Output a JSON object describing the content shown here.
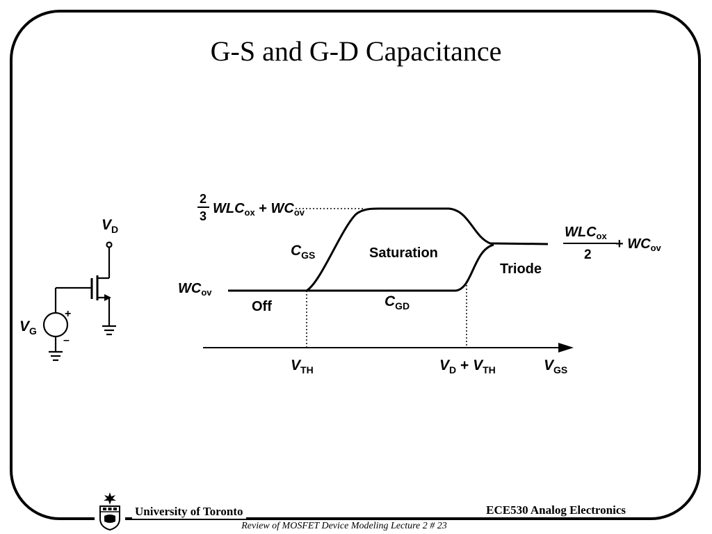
{
  "slide": {
    "title": "G-S and G-D Capacitance"
  },
  "circuit": {
    "vd_main": "V",
    "vd_sub": "D",
    "vg_main": "V",
    "vg_sub": "G",
    "plus": "+",
    "minus": "–"
  },
  "graph": {
    "top_frac_num": "2",
    "top_frac_den": "3",
    "top_mid": "WLC",
    "top_mid_sub": "ox",
    "top_plus": " + ",
    "top_tail": "WC",
    "top_tail_sub": "ov",
    "left_main": "WC",
    "left_sub": "ov",
    "cgs_main": "C",
    "cgs_sub": "GS",
    "cgd_main": "C",
    "cgd_sub": "GD",
    "saturation": "Saturation",
    "off": "Off",
    "triode": "Triode",
    "right_num": "WLC",
    "right_num_sub": "ox",
    "right_den": "2",
    "right_plus": " + ",
    "right_tail": "WC",
    "right_tail_sub": "ov",
    "vth_main": "V",
    "vth_sub": "TH",
    "vdvth_v1": "V",
    "vdvth_s1": "D",
    "vdvth_plus": " + ",
    "vdvth_v2": "V",
    "vdvth_s2": "TH",
    "vgs_main": "V",
    "vgs_sub": "GS"
  },
  "footer": {
    "university": "University of Toronto",
    "course": "ECE530 Analog Electronics",
    "subtitle": "Review of MOSFET Device Modeling Lecture 2 # 23"
  }
}
